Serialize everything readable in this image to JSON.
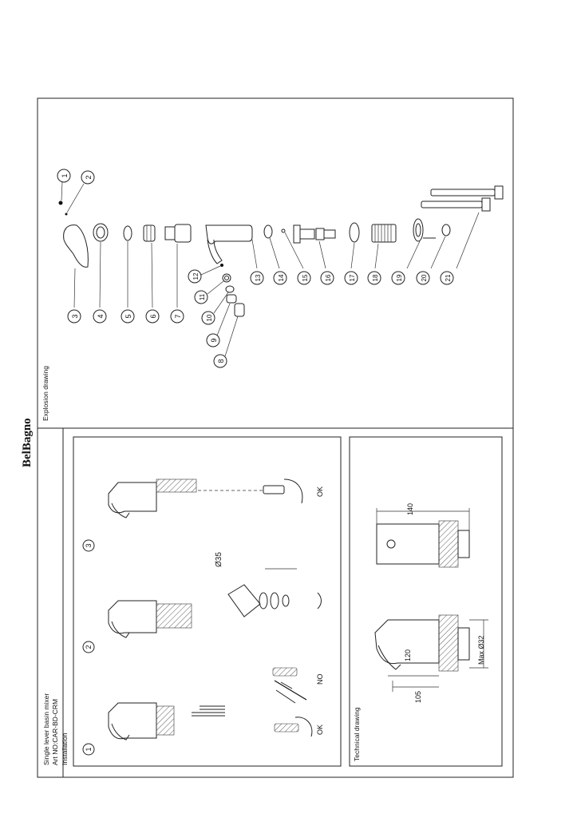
{
  "brand": {
    "name": "BelBagno"
  },
  "product": {
    "title": "Single lever basin mixer",
    "article": "Art NO:CAR-BD-CRM",
    "section": "Installation"
  },
  "explosion": {
    "title": "Explosion drawing",
    "parts": [
      "1",
      "2",
      "3",
      "4",
      "5",
      "6",
      "7",
      "8",
      "9",
      "10",
      "11",
      "12",
      "13",
      "14",
      "15",
      "16",
      "17",
      "18",
      "19",
      "20",
      "21"
    ]
  },
  "installation": {
    "steps": [
      "1",
      "2",
      "3"
    ],
    "ok_label": "OK",
    "no_label": "NO",
    "ok_label_2": "OK",
    "hole_diameter": "Ø35"
  },
  "technical": {
    "title": "Technical drawing",
    "dims": {
      "height": "140",
      "spout_height": "120",
      "reach": "105",
      "max_thickness": "Max Ø32"
    }
  }
}
